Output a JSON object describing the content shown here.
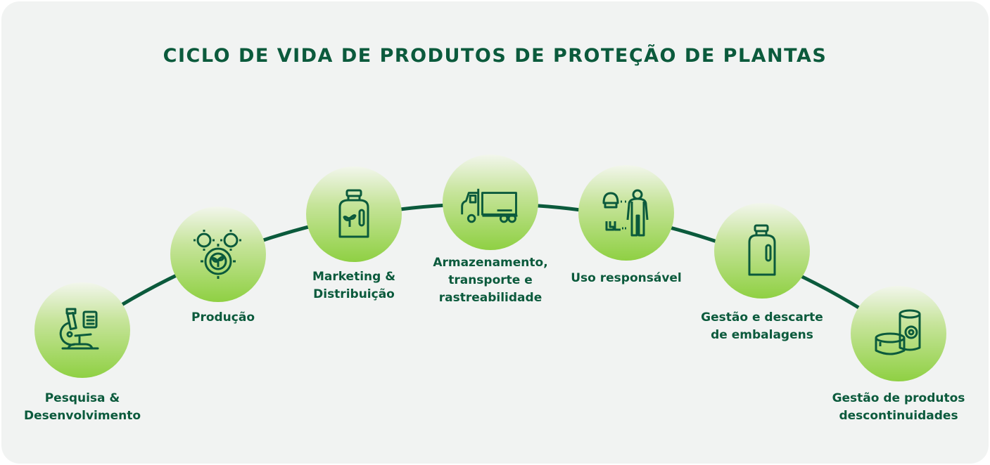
{
  "title": "CICLO DE VIDA DE PRODUTOS DE PROTEÇÃO DE PLANTAS",
  "colors": {
    "primary": "#0b5a3c",
    "accent": "#8fd043",
    "background": "#f1f3f2"
  },
  "steps": [
    {
      "label_1": "Pesquisa &",
      "label_2": "Desenvolvimento",
      "icon": "microscope-icon"
    },
    {
      "label_1": "Produção",
      "label_2": "",
      "icon": "gears-plant-icon"
    },
    {
      "label_1": "Marketing &",
      "label_2": "Distribuição",
      "icon": "product-jug-icon"
    },
    {
      "label_1": "Armazenamento,",
      "label_2": "transporte e",
      "label_3": "rastreabilidade",
      "icon": "truck-icon"
    },
    {
      "label_1": "Uso responsável",
      "label_2": "",
      "icon": "protective-suit-icon"
    },
    {
      "label_1": "Gestão e descarte",
      "label_2": "de embalagens",
      "icon": "container-icon"
    },
    {
      "label_1": "Gestão de produtos",
      "label_2": "descontinuidades",
      "icon": "cans-icon"
    }
  ]
}
